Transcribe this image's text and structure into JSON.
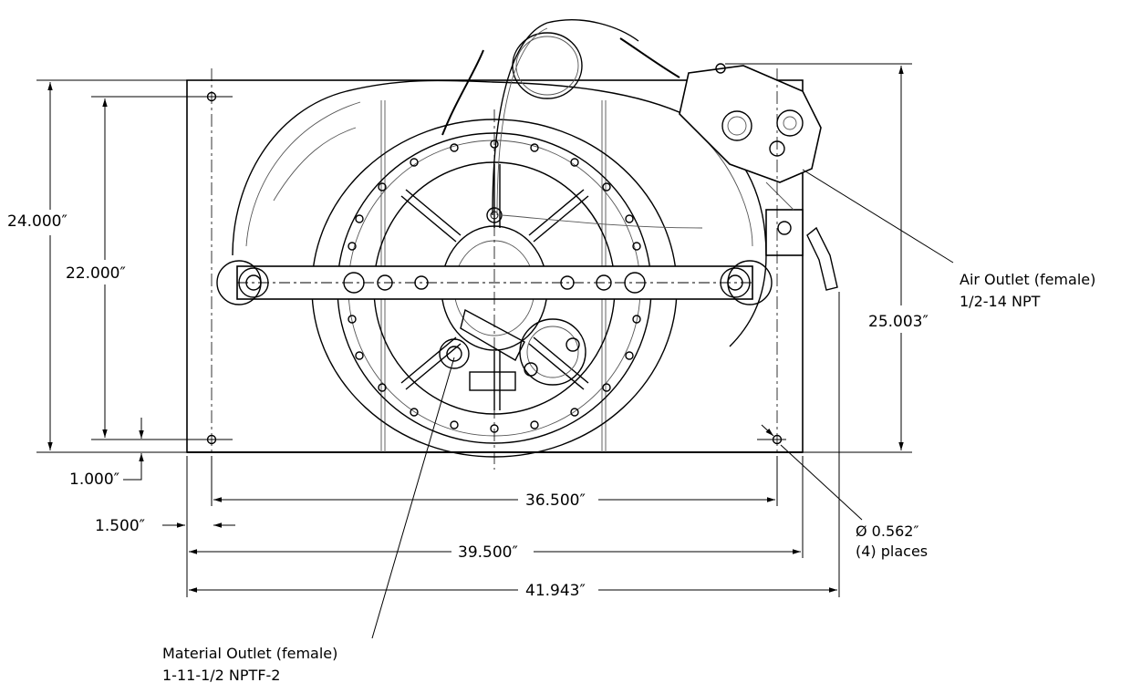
{
  "dimensions": {
    "height_outer": "24.000″",
    "height_holes": "22.000″",
    "height_overall": "25.003″",
    "bottom_offset": "1.000″",
    "side_offset": "1.500″",
    "width_holes": "36.500″",
    "width_frame": "39.500″",
    "width_overall": "41.943″"
  },
  "hole_callout": {
    "size": "Ø 0.562″",
    "count": "(4) places"
  },
  "air_outlet": {
    "name": "Air Outlet (female)",
    "spec": "1/2-14 NPT"
  },
  "material_outlet": {
    "name": "Material Outlet (female)",
    "spec": "1-11-1/2 NPTF-2"
  }
}
